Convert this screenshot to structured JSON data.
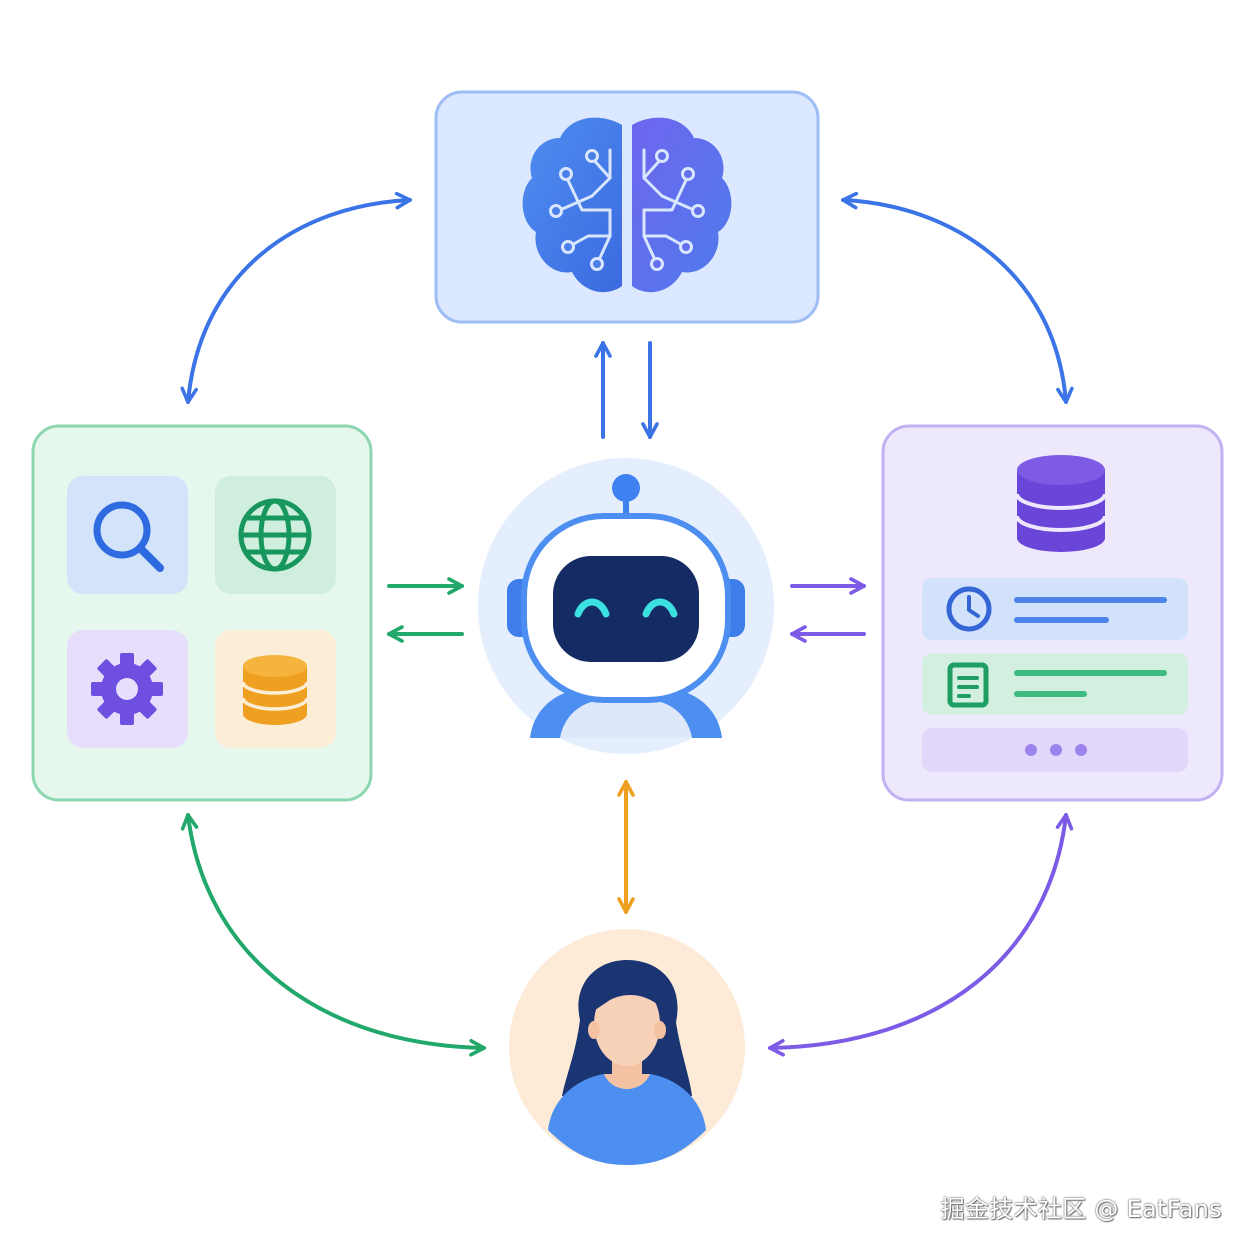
{
  "watermark": "掘金技术社区 @ EatFans",
  "colors": {
    "blue": "#3B74E6",
    "green": "#22A86B",
    "purple": "#7C5BE6",
    "orange": "#F0A020",
    "brain_box_fill": "#DCE8FF",
    "brain_box_stroke": "#9DBDF5",
    "tools_box_fill": "#E6F7EE",
    "tools_box_stroke": "#8ED6B0",
    "memory_box_fill": "#EEE8FD",
    "memory_box_stroke": "#C2B2F2",
    "robot_bg": "#E4EEFD",
    "user_bg": "#FDEBD8"
  },
  "nodes": {
    "brain": {
      "icon": "brain-circuit-icon"
    },
    "agent": {
      "icon": "robot-icon"
    },
    "tools": {
      "icons": [
        "search-icon",
        "globe-icon",
        "gear-icon",
        "database-icon"
      ]
    },
    "memory": {
      "icons": [
        "database-icon",
        "clock-icon",
        "document-icon",
        "more-icon"
      ]
    },
    "user": {
      "icon": "user-avatar-icon"
    }
  },
  "edges": [
    {
      "from": "tools",
      "to": "brain",
      "style": "bidirectional-arc"
    },
    {
      "from": "brain",
      "to": "memory",
      "style": "bidirectional-arc"
    },
    {
      "from": "brain",
      "to": "agent",
      "style": "two-way"
    },
    {
      "from": "tools",
      "to": "agent",
      "style": "two-way"
    },
    {
      "from": "agent",
      "to": "memory",
      "style": "two-way"
    },
    {
      "from": "agent",
      "to": "user",
      "style": "bidirectional"
    },
    {
      "from": "tools",
      "to": "user",
      "style": "bidirectional-arc"
    },
    {
      "from": "memory",
      "to": "user",
      "style": "bidirectional-arc"
    }
  ]
}
